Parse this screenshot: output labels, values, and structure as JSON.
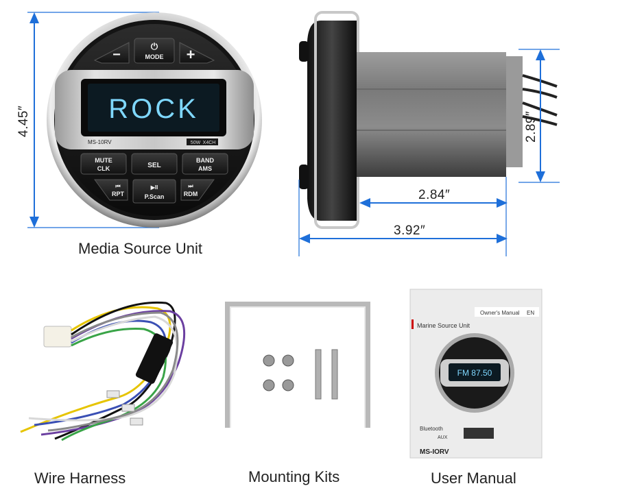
{
  "dimensions": {
    "height_front": "4.45″",
    "height_side": "2.89″",
    "depth_body": "2.84″",
    "depth_total": "3.92″"
  },
  "captions": {
    "media_unit": "Media Source Unit",
    "wire_harness": "Wire Harness",
    "mounting_kits": "Mounting Kits",
    "user_manual": "User Manual"
  },
  "unit": {
    "display_text": "ROCK",
    "model": "MS-10RV",
    "power_badge_a": "50W",
    "power_badge_b": "X4CH",
    "btn_minus": "−",
    "btn_mode": "MODE",
    "btn_plus": "+",
    "btn_mute_1": "MUTE",
    "btn_mute_2": "CLK",
    "btn_sel": "SEL",
    "btn_band_1": "BAND",
    "btn_band_2": "AMS",
    "btn_rpt_icon": "⏮",
    "btn_rpt": "RPT",
    "btn_pscan_icon": "▶II",
    "btn_pscan": "P.Scan",
    "btn_rdm_icon": "⏭",
    "btn_rdm": "RDM"
  },
  "manual": {
    "header_title": "Owner's Manual",
    "header_lang": "EN",
    "product_title": "Marine Source Unit",
    "display_text": "FM 87.50",
    "bluetooth": "Bluetooth",
    "aux": "AUX",
    "model": "MS-IORV"
  },
  "colors": {
    "dimension_blue": "#1e6fd9",
    "lcd_text": "#7fd8ff",
    "bezel": "#1a1a1a"
  }
}
